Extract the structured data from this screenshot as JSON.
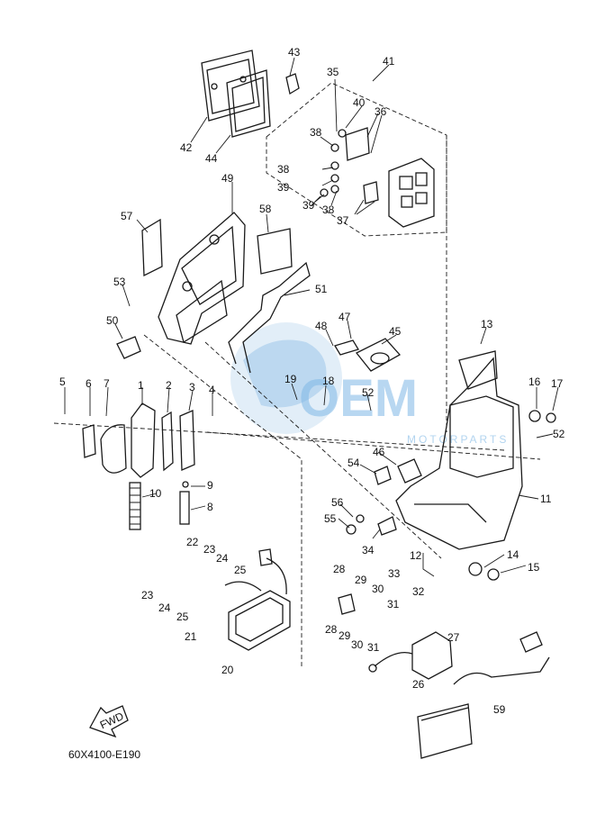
{
  "diagram": {
    "part_code": "60X4100-E190",
    "fwd_label": "FWD",
    "watermark": {
      "brand": "OEM",
      "sub": "MOTORPARTS"
    },
    "callouts": [
      "1",
      "2",
      "3",
      "4",
      "5",
      "6",
      "7",
      "8",
      "9",
      "10",
      "11",
      "12",
      "13",
      "14",
      "15",
      "16",
      "17",
      "18",
      "19",
      "20",
      "21",
      "22",
      "23",
      "23",
      "24",
      "24",
      "25",
      "25",
      "26",
      "27",
      "28",
      "28",
      "29",
      "29",
      "30",
      "30",
      "31",
      "31",
      "32",
      "33",
      "34",
      "35",
      "36",
      "37",
      "38",
      "38",
      "38",
      "39",
      "39",
      "40",
      "41",
      "42",
      "43",
      "44",
      "45",
      "46",
      "47",
      "48",
      "49",
      "50",
      "51",
      "52",
      "52",
      "53",
      "54",
      "55",
      "56",
      "57",
      "58",
      "59"
    ]
  }
}
